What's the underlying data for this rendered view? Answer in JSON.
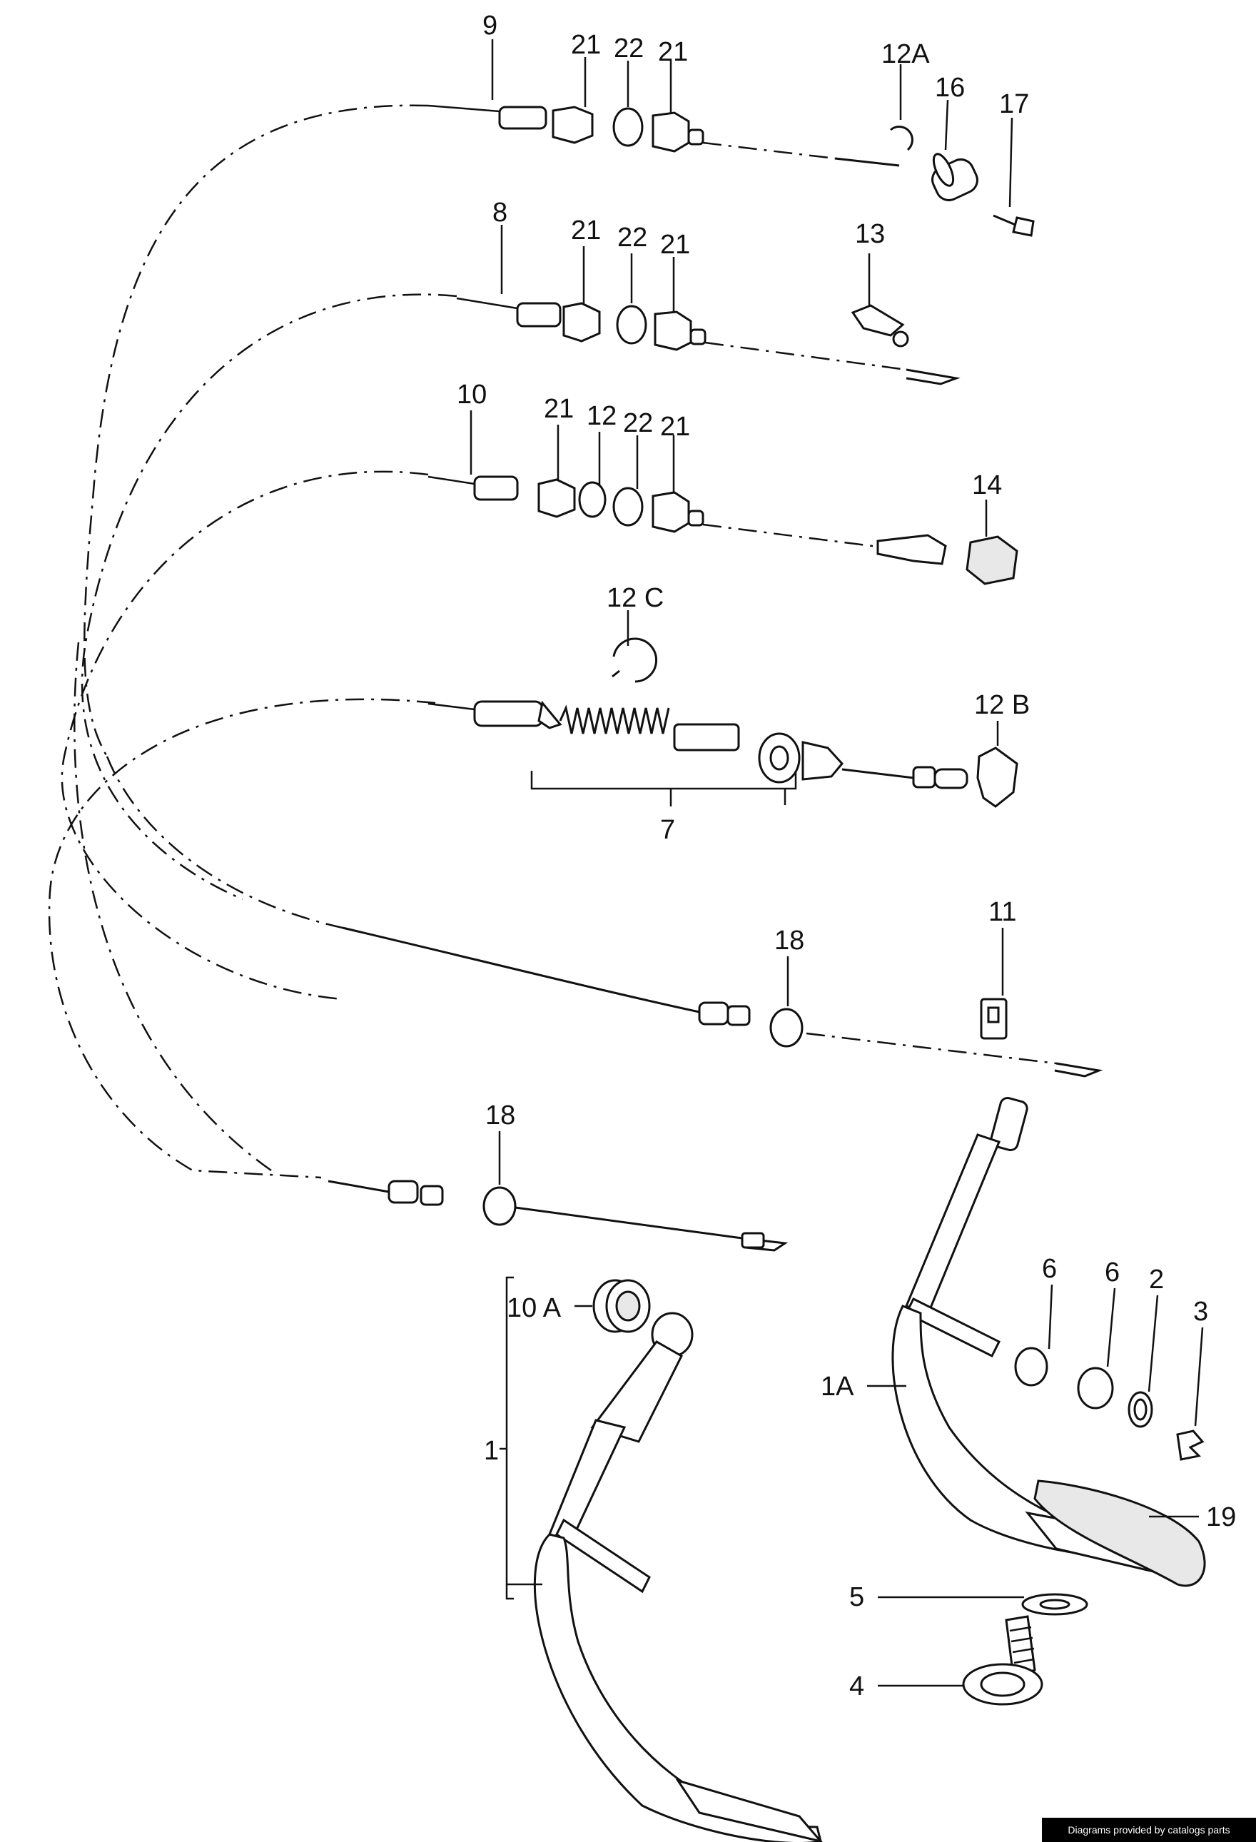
{
  "labels": {
    "l9": "9",
    "l21a": "21",
    "l22a": "22",
    "l21b": "21",
    "l12A": "12A",
    "l16": "16",
    "l17": "17",
    "l8": "8",
    "l21c": "21",
    "l22b": "22",
    "l21d": "21",
    "l13": "13",
    "l10": "10",
    "l21e": "21",
    "l12": "12",
    "l22c": "22",
    "l21f": "21",
    "l14": "14",
    "l12C": "12 C",
    "l12B": "12 B",
    "l7": "7",
    "l11": "11",
    "l18a": "18",
    "l18b": "18",
    "l10A": "10 A",
    "l1": "1",
    "l6a": "6",
    "l6b": "6",
    "l2": "2",
    "l3": "3",
    "l1A": "1A",
    "l19": "19",
    "l5": "5",
    "l4": "4"
  },
  "credit": "Diagrams provided by catalogs parts"
}
